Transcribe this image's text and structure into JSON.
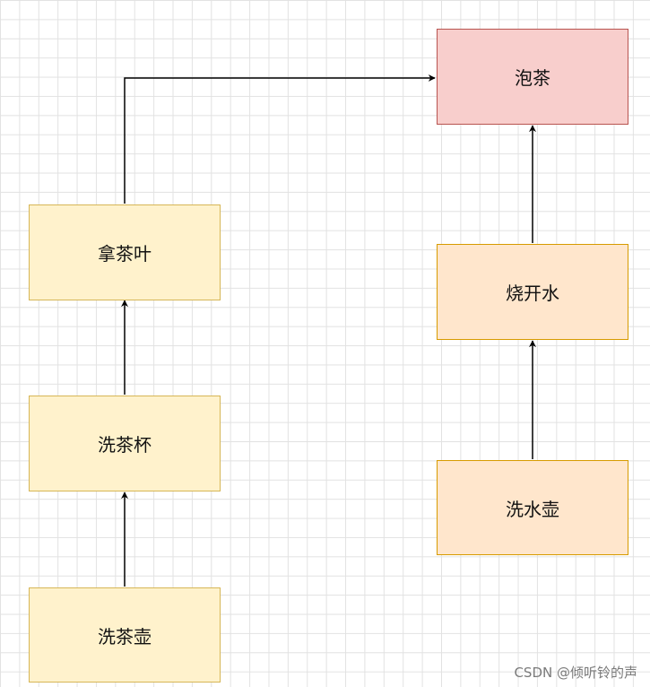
{
  "diagram": {
    "nodes": {
      "make_tea": {
        "label": "泡茶"
      },
      "get_tea_leaves": {
        "label": "拿茶叶"
      },
      "wash_cups": {
        "label": "洗茶杯"
      },
      "wash_teapot": {
        "label": "洗茶壶"
      },
      "boil_water": {
        "label": "烧开水"
      },
      "wash_kettle": {
        "label": "洗水壶"
      }
    },
    "edges": [
      {
        "from": "wash_teapot",
        "to": "wash_cups"
      },
      {
        "from": "wash_cups",
        "to": "get_tea_leaves"
      },
      {
        "from": "get_tea_leaves",
        "to": "make_tea"
      },
      {
        "from": "wash_kettle",
        "to": "boil_water"
      },
      {
        "from": "boil_water",
        "to": "make_tea"
      }
    ],
    "colors": {
      "yellow_fill": "#fff2cc",
      "yellow_stroke": "#d6b656",
      "orange_fill": "#ffe6cc",
      "orange_stroke": "#d79b00",
      "red_fill": "#f8cecc",
      "red_stroke": "#b85450",
      "edge": "#000000"
    }
  },
  "watermark": "CSDN @倾听铃的声"
}
